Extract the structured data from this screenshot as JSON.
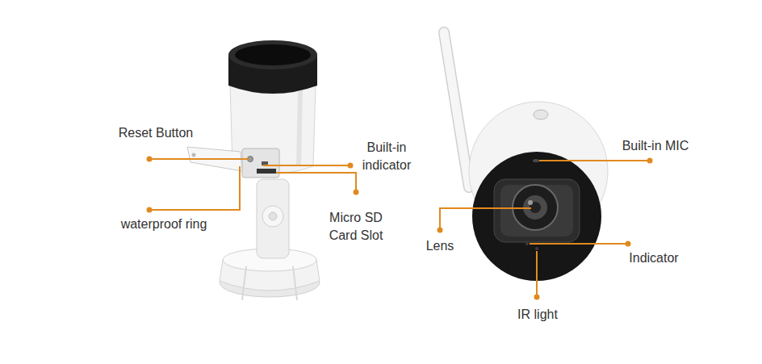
{
  "diagram": {
    "labels": [
      "Reset Button",
      "waterproof ring",
      "Built-in indicator",
      "Micro SD Card Slot",
      "Built-in MIC",
      "Lens",
      "Indicator",
      "IR light"
    ]
  }
}
